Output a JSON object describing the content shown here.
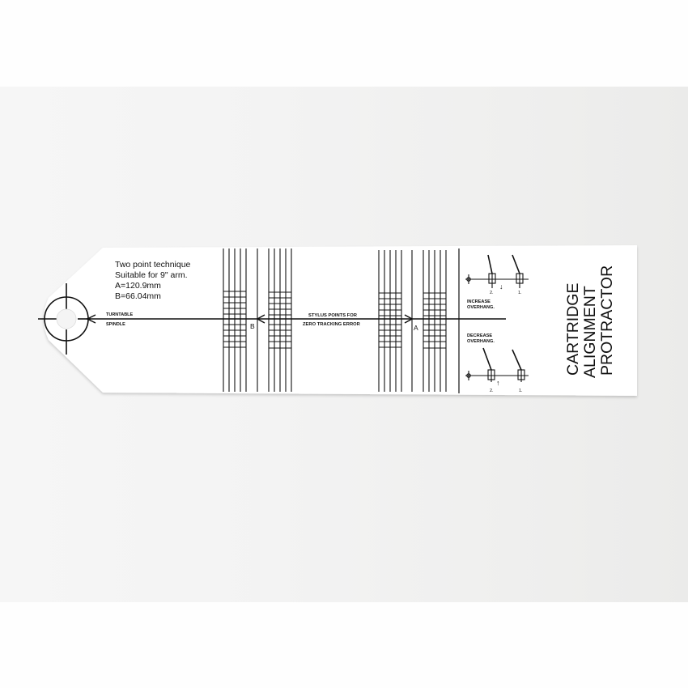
{
  "image": {
    "subject": "Cartridge alignment protractor card",
    "background_top_color": "#fefefe",
    "photo_background_color": "#f1f1f0",
    "card_color": "#ffffff",
    "ink_color": "#111111"
  },
  "card": {
    "info": {
      "line1": "Two point technique",
      "line2": "Suitable for 9\" arm.",
      "line3": "A=120.9mm",
      "line4": "B=66.04mm"
    },
    "spindle": {
      "label_top": "TURNTABLE",
      "label_bottom": "SPINDLE"
    },
    "center": {
      "label_top": "STYLUS POINTS FOR",
      "label_bottom": "ZERO TRACKING ERROR"
    },
    "null_points": {
      "b_label": "B",
      "a_label": "A"
    },
    "diagrams": {
      "top": {
        "caption_line1": "INCREASE",
        "caption_line2": "OVERHANG.",
        "pos2": "2.",
        "pos1": "1."
      },
      "bottom": {
        "caption_line1": "DECREASE",
        "caption_line2": "OVERHANG.",
        "pos2": "2.",
        "pos1": "1."
      }
    },
    "title": {
      "line1": "CARTRIDGE",
      "line2": "ALIGNMENT",
      "line3": "PROTRACTOR"
    }
  }
}
